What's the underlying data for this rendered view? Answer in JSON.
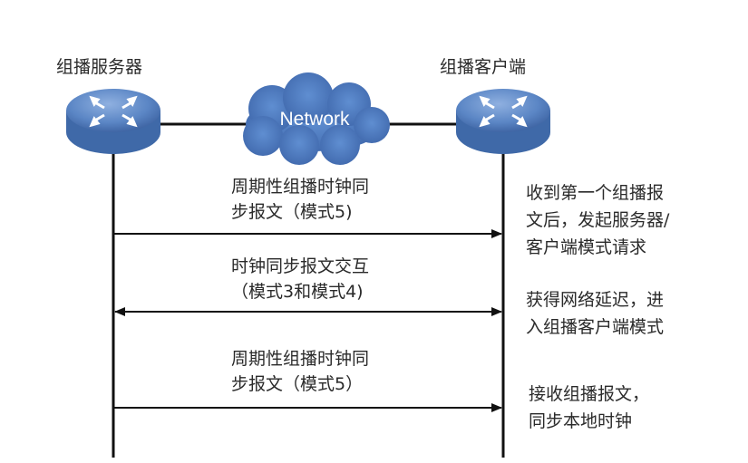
{
  "nodes": {
    "server": {
      "label": "组播服务器"
    },
    "client": {
      "label": "组播客户端"
    },
    "network": {
      "label": "Network"
    }
  },
  "messages": [
    {
      "line1": "周期性组播时钟同",
      "line2": "步报文（模式5)",
      "direction": "to-client"
    },
    {
      "line1": "时钟同步报文交互",
      "line2": "（模式3和模式4)",
      "direction": "both"
    },
    {
      "line1": "周期性组播时钟同",
      "line2": "步报文（模式5）",
      "direction": "to-client"
    }
  ],
  "notes": [
    {
      "lines": [
        "收到第一个组播报",
        "文后，发起服务器/",
        "客户端模式请求"
      ]
    },
    {
      "lines": [
        "获得网络延迟，进",
        "入组播客户端模式"
      ]
    },
    {
      "lines": [
        "接收组播报文，",
        "同步本地时钟"
      ]
    }
  ],
  "colors": {
    "device": "#5b86c5",
    "device_dark": "#3f69a8",
    "cloud": "#4a73b6",
    "line": "#111111"
  }
}
